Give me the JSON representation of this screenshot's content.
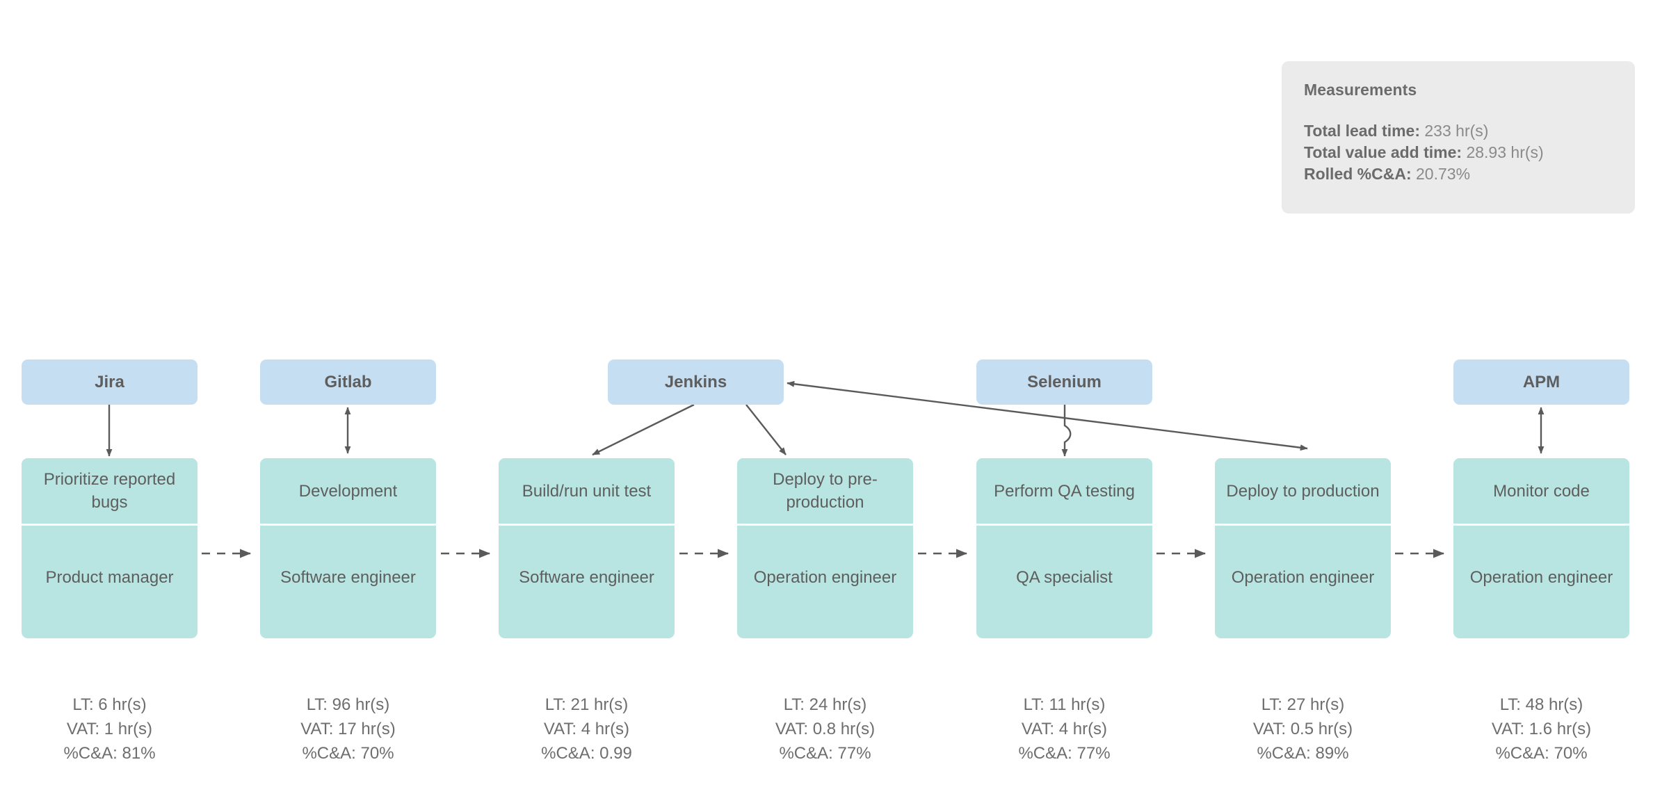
{
  "measurements": {
    "title": "Measurements",
    "lead_time_label": "Total lead time:",
    "lead_time_value": "233 hr(s)",
    "value_add_label": "Total value add time:",
    "value_add_value": "28.93 hr(s)",
    "rolled_label": "Rolled %C&A:",
    "rolled_value": "20.73%"
  },
  "colors": {
    "system_node": "#c5def2",
    "process_box": "#b8e5e1",
    "panel": "#ebebeb",
    "text": "#5e5e5e",
    "connector": "#5a5a5a"
  },
  "systems": [
    {
      "name": "Jira"
    },
    {
      "name": "Gitlab"
    },
    {
      "name": "Jenkins"
    },
    {
      "name": "Selenium"
    },
    {
      "name": "APM"
    }
  ],
  "steps": [
    {
      "activity": "Prioritize reported bugs",
      "role": "Product manager",
      "lt": "LT: 6 hr(s)",
      "vat": "VAT: 1 hr(s)",
      "ca": "%C&A: 81%"
    },
    {
      "activity": "Development",
      "role": "Software engineer",
      "lt": "LT: 96 hr(s)",
      "vat": "VAT: 17 hr(s)",
      "ca": "%C&A: 70%"
    },
    {
      "activity": "Build/run unit test",
      "role": "Software engineer",
      "lt": "LT: 21 hr(s)",
      "vat": "VAT: 4 hr(s)",
      "ca": "%C&A: 0.99"
    },
    {
      "activity": "Deploy to pre-production",
      "role": "Operation engineer",
      "lt": "LT: 24 hr(s)",
      "vat": "VAT: 0.8 hr(s)",
      "ca": "%C&A: 77%"
    },
    {
      "activity": "Perform QA testing",
      "role": "QA specialist",
      "lt": "LT: 11 hr(s)",
      "vat": "VAT: 4 hr(s)",
      "ca": "%C&A: 77%"
    },
    {
      "activity": "Deploy to production",
      "role": "Operation engineer",
      "lt": "LT: 27 hr(s)",
      "vat": "VAT: 0.5 hr(s)",
      "ca": "%C&A: 89%"
    },
    {
      "activity": "Monitor code",
      "role": "Operation engineer",
      "lt": "LT: 48 hr(s)",
      "vat": "VAT: 1.6 hr(s)",
      "ca": "%C&A: 70%"
    }
  ]
}
